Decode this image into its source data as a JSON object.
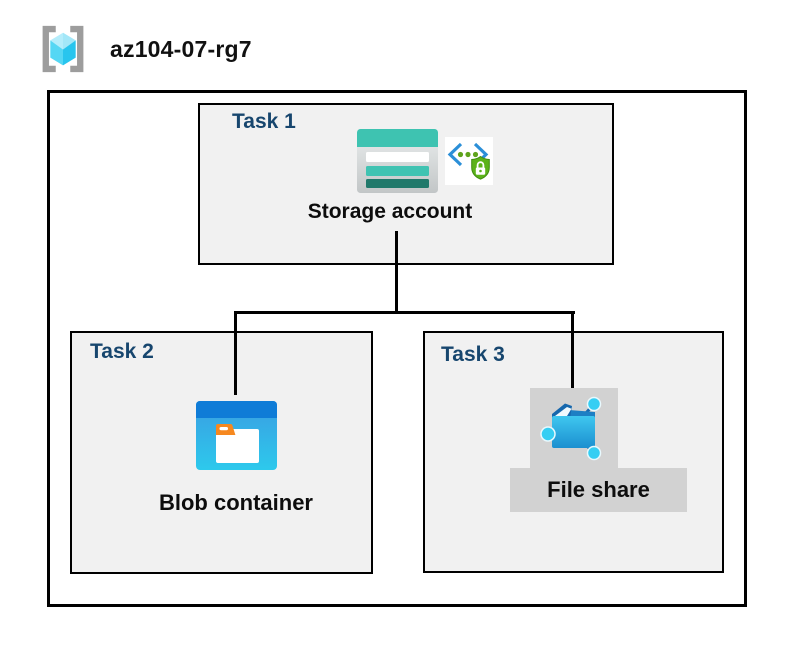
{
  "resource_group": {
    "name": "az104-07-rg7",
    "icon": "resource-group-icon"
  },
  "tasks": [
    {
      "label": "Task 1",
      "resource": "Storage account",
      "icons": [
        "storage-account-icon",
        "secure-access-icon"
      ]
    },
    {
      "label": "Task 2",
      "resource": "Blob container",
      "icons": [
        "blob-container-icon"
      ]
    },
    {
      "label": "Task 3",
      "resource": "File share",
      "icons": [
        "file-share-icon"
      ]
    }
  ],
  "connections": [
    {
      "from": "Storage account",
      "to": "Blob container"
    },
    {
      "from": "Storage account",
      "to": "File share"
    }
  ],
  "colors": {
    "task_label": "#17466e",
    "task_box_fill": "#f1f1f1",
    "border": "#000000",
    "gray_highlight": "#d2d2d2",
    "storage_teal": "#3ec3b1",
    "storage_teal_dark": "#20796b",
    "blob_blue": "#0f7cd7",
    "cyan": "#35cef3",
    "shield_green": "#5cb219",
    "bracket_gray": "#9d9d9d"
  }
}
